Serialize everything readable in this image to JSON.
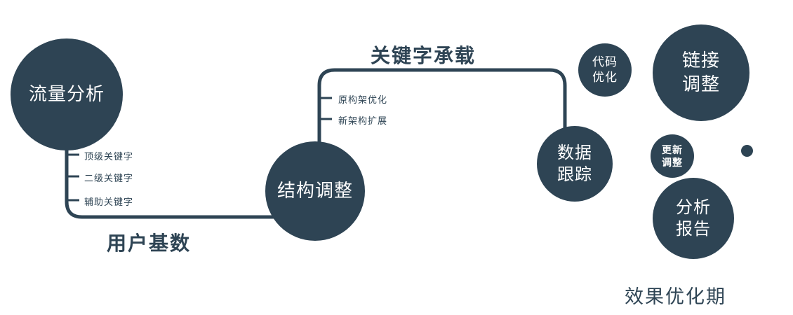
{
  "diagram": {
    "theme_color": "#2e4454",
    "text_on_node_color": "#ffffff",
    "nodes": {
      "traffic": {
        "label": "流量分析"
      },
      "structure": {
        "label": "结构调整"
      },
      "tracking": {
        "line1": "数据",
        "line2": "跟踪"
      },
      "code": {
        "line1": "代码",
        "line2": "优化"
      },
      "link": {
        "line1": "链接",
        "line2": "调整"
      },
      "update": {
        "line1": "更新",
        "line2": "调整"
      },
      "report": {
        "line1": "分析",
        "line2": "报告"
      }
    },
    "edge_labels": {
      "user_base": "用户基数",
      "keyword_load": "关键字承载"
    },
    "branch_labels": {
      "traffic": [
        "顶级关键字",
        "二级关键字",
        "辅助关键字"
      ],
      "structure": [
        "原构架优化",
        "新架构扩展"
      ]
    },
    "caption": "效果优化期"
  }
}
